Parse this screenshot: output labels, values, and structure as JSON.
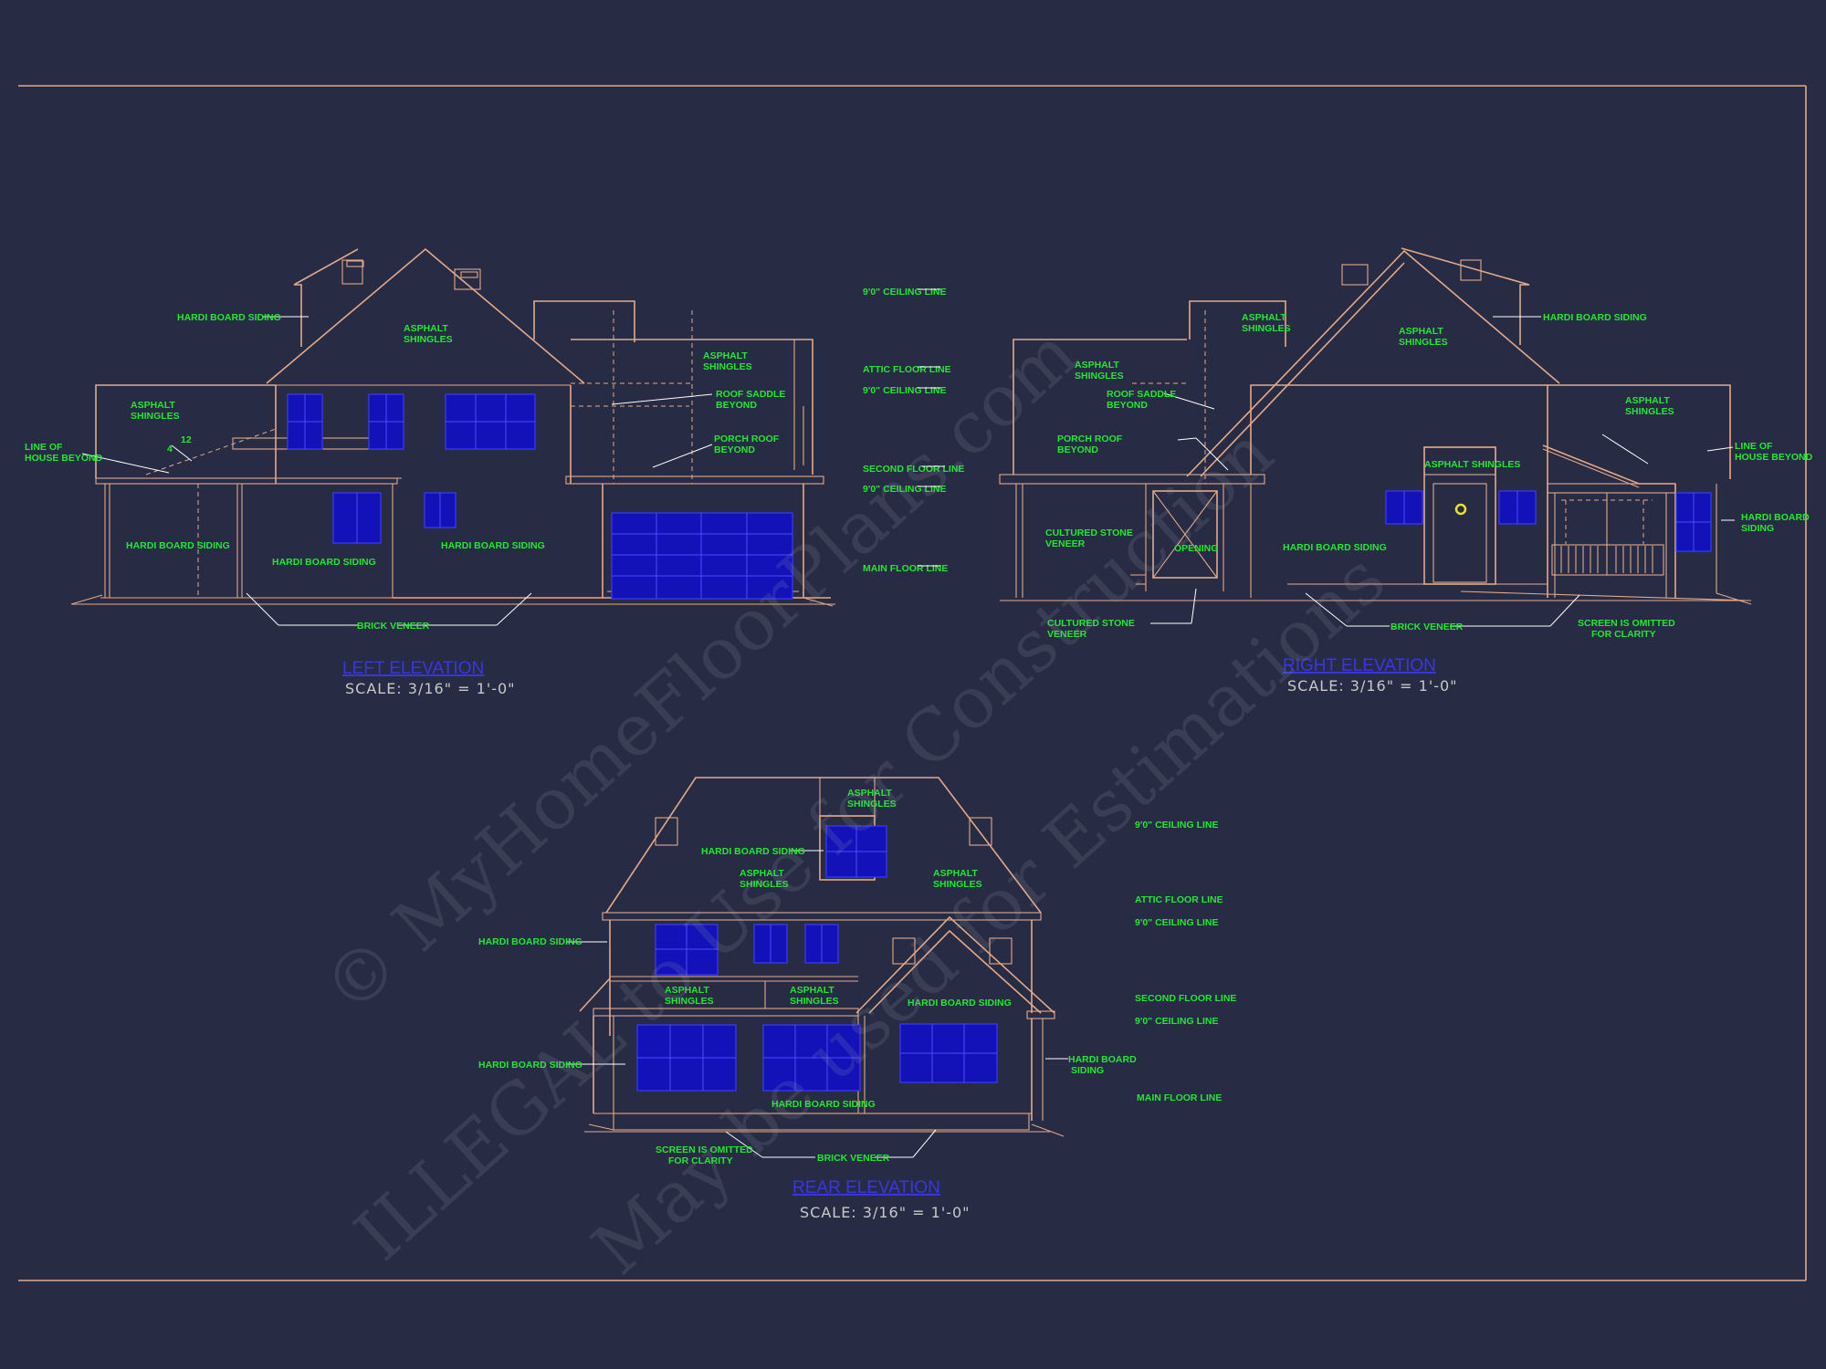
{
  "sheet": {
    "elevations": {
      "left": {
        "title": "LEFT ELEVATION",
        "scale": "SCALE:  3/16\"  =  1'-0\""
      },
      "right": {
        "title": "RIGHT ELEVATION",
        "scale": "SCALE:  3/16\"  =  1'-0\""
      },
      "rear": {
        "title": "REAR ELEVATION",
        "scale": "SCALE:  3/16\"  =  1'-0\""
      }
    },
    "labels": {
      "hardi_board_siding": "HARDI BOARD SIDING",
      "asphalt": "ASPHALT",
      "shingles": "SHINGLES",
      "asphalt_shingles": "ASPHALT SHINGLES",
      "roof_saddle": "ROOF SADDLE",
      "porch_roof": "PORCH ROOF",
      "beyond": "BEYOND",
      "line_of": "LINE OF",
      "house_beyond": "HOUSE BEYOND",
      "brick_veneer": "BRICK VENEER",
      "cultured_stone": "CULTURED STONE",
      "veneer": "VENEER",
      "opening": "OPENING",
      "screen_is_omitted": "SCREEN IS OMITTED",
      "for_clarity": "FOR CLARITY",
      "hardi_board": "HARDI BOARD",
      "siding": "SIDING",
      "pitch_rise": "4",
      "pitch_run": "12"
    },
    "level_lines": {
      "ceiling_9": "9'0\" CEILING LINE",
      "attic_floor": "ATTIC FLOOR LINE",
      "second_floor": "SECOND FLOOR LINE",
      "main_floor": "MAIN FLOOR LINE"
    },
    "watermark": {
      "line1": "© MyHomeFloorPlans.com",
      "line2": "ILLEGAL to Use for Construction",
      "line3": "May be used for Estimations"
    },
    "colors": {
      "background": "#272b43",
      "linework": "#e3a98a",
      "annotation": "#22e833",
      "window_fill": "#1212b8",
      "title": "#3a36e6"
    }
  }
}
